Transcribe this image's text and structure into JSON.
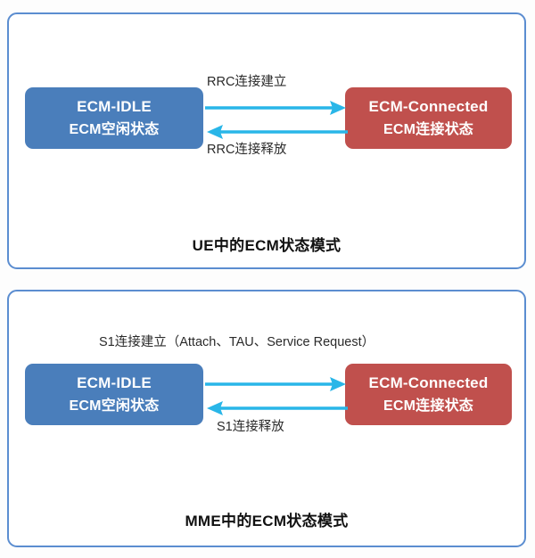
{
  "diagram": {
    "title_visible": false,
    "colors": {
      "panel_border": "#5b8dd0",
      "idle_box": "#4a7ebb",
      "connected_box": "#c0504d",
      "arrow": "#29b6e8",
      "text_dark": "#2b2b2b",
      "box_text": "#ffffff",
      "background": "#ffffff"
    },
    "panels": [
      {
        "id": "ue",
        "caption": "UE中的ECM状态模式",
        "states": [
          {
            "id": "idle",
            "line1": "ECM-IDLE",
            "line2": "ECM空闲状态"
          },
          {
            "id": "connected",
            "line1": "ECM-Connected",
            "line2": "ECM连接状态"
          }
        ],
        "transitions": [
          {
            "id": "establish",
            "label": "RRC连接建立",
            "direction": "idle-to-connected",
            "label_position": "above"
          },
          {
            "id": "release",
            "label": "RRC连接释放",
            "direction": "connected-to-idle",
            "label_position": "below"
          }
        ]
      },
      {
        "id": "mme",
        "caption": "MME中的ECM状态模式",
        "states": [
          {
            "id": "idle",
            "line1": "ECM-IDLE",
            "line2": "ECM空闲状态"
          },
          {
            "id": "connected",
            "line1": "ECM-Connected",
            "line2": "ECM连接状态"
          }
        ],
        "transitions": [
          {
            "id": "establish",
            "label": "S1连接建立（Attach、TAU、Service Request）",
            "direction": "idle-to-connected",
            "label_position": "above"
          },
          {
            "id": "release",
            "label": "S1连接释放",
            "direction": "connected-to-idle",
            "label_position": "below"
          }
        ]
      }
    ]
  }
}
